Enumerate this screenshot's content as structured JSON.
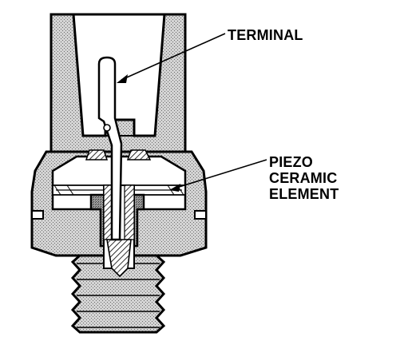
{
  "diagram": {
    "callouts": {
      "terminal": "TERMINAL",
      "piezo": [
        "PIEZO",
        "CERAMIC",
        "ELEMENT"
      ]
    }
  }
}
